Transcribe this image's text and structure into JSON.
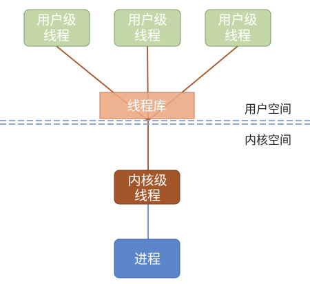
{
  "user_threads": [
    {
      "line1": "用户级",
      "line2": "线程"
    },
    {
      "line1": "用户级",
      "line2": "线程"
    },
    {
      "line1": "用户级",
      "line2": "线程"
    }
  ],
  "thread_library": {
    "label": "线程库"
  },
  "kernel_thread": {
    "line1": "内核级",
    "line2": "线程"
  },
  "process": {
    "label": "进程"
  },
  "regions": {
    "user_space": "用户空间",
    "kernel_space": "内核空间"
  },
  "colors": {
    "user_thread_fill": "#c4d7a8",
    "user_thread_stroke": "#7a9a62",
    "thread_library_fill": "#eba882",
    "thread_library_stroke": "#c57a55",
    "kernel_thread_fill": "#a3562a",
    "kernel_thread_stroke": "#7a3d1c",
    "process_fill": "#5b86c9",
    "process_stroke": "#3f66a6",
    "thread_connector": "#a85f33",
    "process_connector": "#6f98d6",
    "boundary": "#8aa9d6"
  }
}
